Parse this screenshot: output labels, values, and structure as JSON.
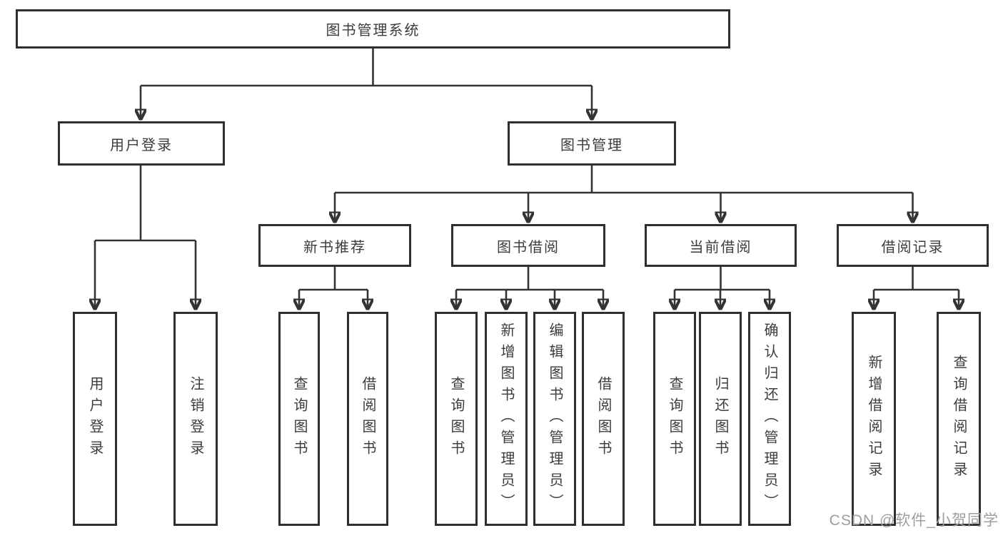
{
  "diagram": {
    "root": {
      "label": "图书管理系统"
    },
    "level2": {
      "login": {
        "label": "用户登录"
      },
      "mgmt": {
        "label": "图书管理"
      }
    },
    "login_children": [
      {
        "label": "用户登录"
      },
      {
        "label": "注销登录"
      }
    ],
    "sections": [
      {
        "label": "新书推荐",
        "children": [
          "查询图书",
          "借阅图书"
        ]
      },
      {
        "label": "图书借阅",
        "children": [
          "查询图书",
          "新增图书（管理员）",
          "编辑图书（管理员）",
          "借阅图书"
        ]
      },
      {
        "label": "当前借阅",
        "children": [
          "查询图书",
          "归还图书",
          "确认归还（管理员）"
        ]
      },
      {
        "label": "借阅记录",
        "children": [
          "新增借阅记录",
          "查询借阅记录"
        ]
      }
    ],
    "colors": {
      "line": "#333333",
      "border": "#2f2f2f",
      "text": "#3c3c3c",
      "watermark": "#9e9e9e",
      "background": "#ffffff"
    },
    "watermark": "CSDN @软件_小贺同学"
  }
}
